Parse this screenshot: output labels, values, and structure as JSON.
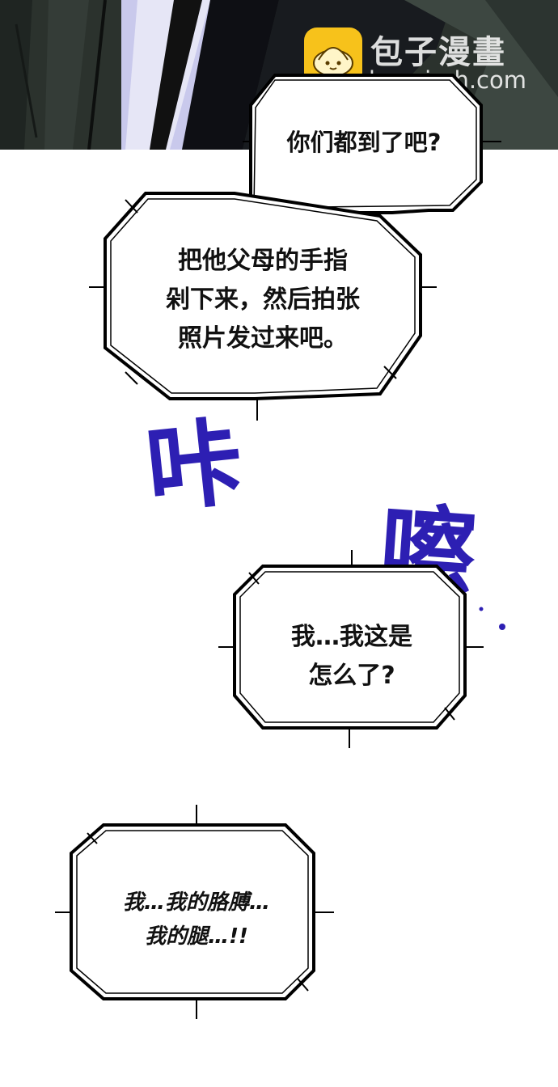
{
  "watermark": {
    "title": "包子漫畫",
    "domain": "baozimh.com",
    "logo_icon": "bun-icon"
  },
  "bubbles": [
    {
      "text": "你们都到了吧?"
    },
    {
      "lines": [
        "把他父母的手指",
        "剁下来，然后拍张",
        "照片发过来吧。"
      ]
    },
    {
      "lines": [
        "我…我这是",
        "怎么了?"
      ]
    },
    {
      "lines": [
        "我…我的胳膊…",
        "我的腿…!!"
      ]
    }
  ],
  "sfx": [
    {
      "text": "咔"
    },
    {
      "text": "嚓"
    }
  ],
  "colors": {
    "sfx": "#2d1fb3",
    "panel_dark": "#2a302c",
    "logo": "#f7c21b"
  }
}
